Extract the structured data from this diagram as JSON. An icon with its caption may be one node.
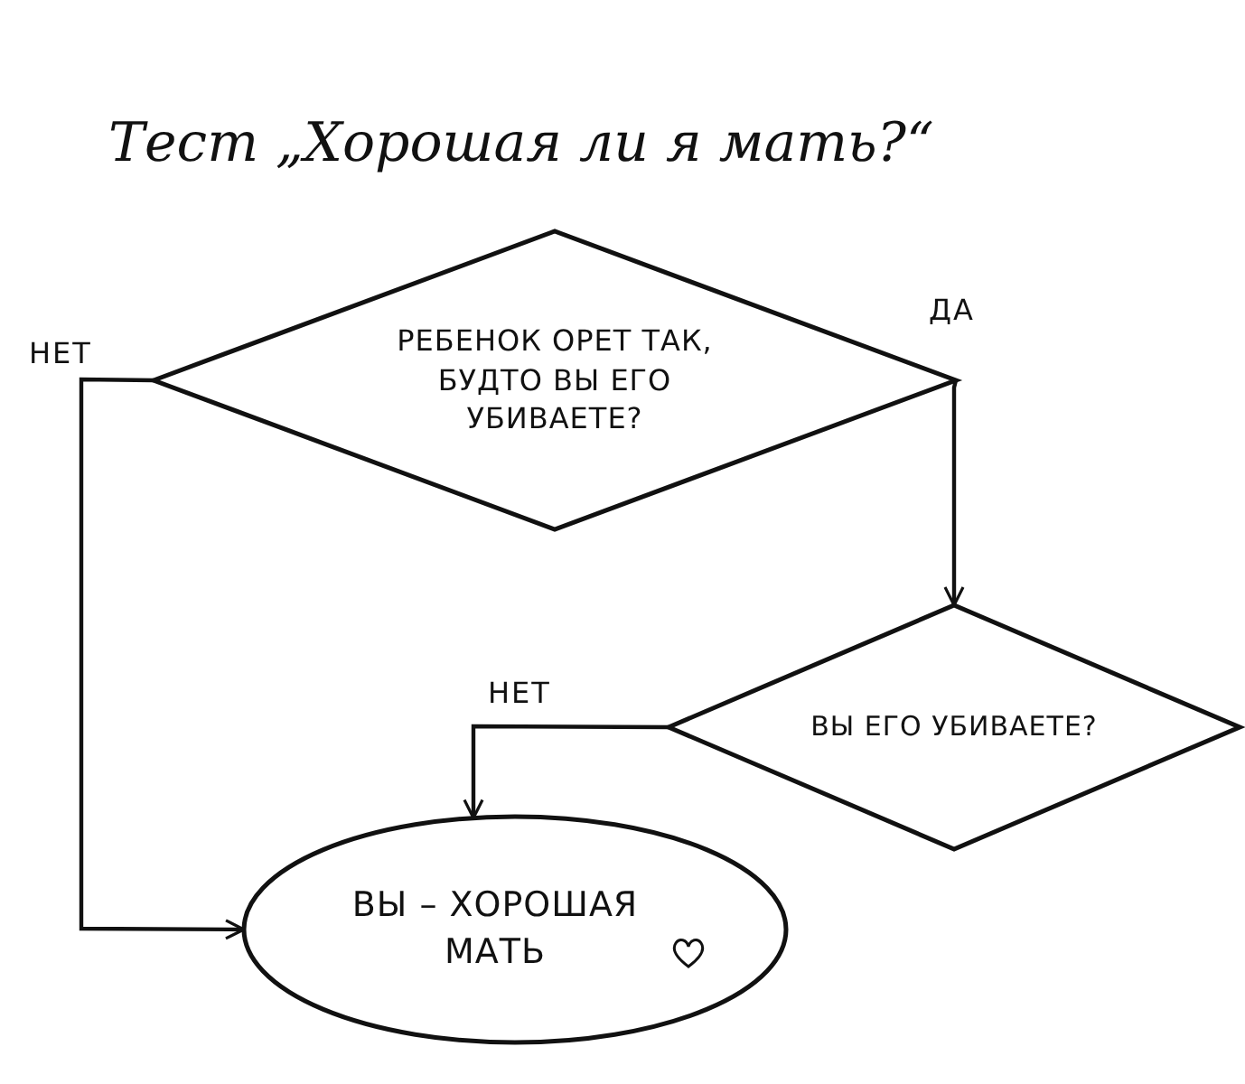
{
  "diagram": {
    "title": "Тест „Хорошая ли я мать?“",
    "nodes": [
      {
        "text": [
          "РЕБЕНОК ОРЕТ ТАК, БУДТО ВЫ ЕГО УБИВАЕТЕ?"
        ]
      },
      {
        "text": [
          "ВЫ ЕГО УБИВАЕТЕ?"
        ]
      },
      {
        "text": [
          "ВЫ – ХОРОШАЯ МАТЬ"
        ]
      }
    ],
    "edges": [
      {
        "from": 0,
        "to": 2,
        "arrow": "to",
        "label": "НЕТ"
      },
      {
        "from": 0,
        "to": 1,
        "arrow": "to",
        "label": "ДА"
      },
      {
        "from": 1,
        "to": 2,
        "arrow": "to",
        "label": "НЕТ"
      }
    ]
  }
}
